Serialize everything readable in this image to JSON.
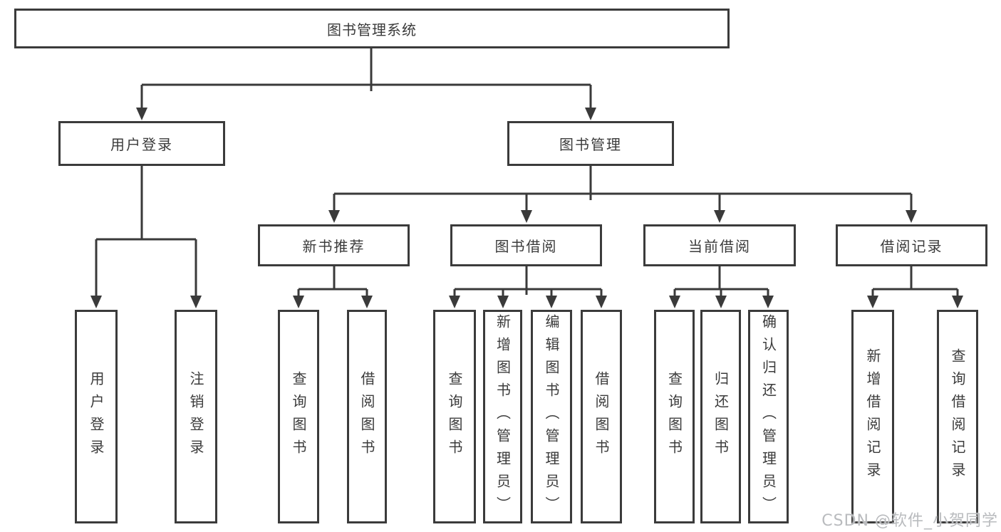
{
  "colors": {
    "box_border": "#3b3b3b",
    "connector_line": "#3a3a3a",
    "text": "#3b3b3b",
    "watermark": "#b9bbbe",
    "background": "#ffffff"
  },
  "tree": {
    "root": {
      "label": "图书管理系统",
      "children": [
        {
          "label": "用户登录",
          "children": [
            {
              "label": "用户登录"
            },
            {
              "label": "注销登录"
            }
          ]
        },
        {
          "label": "图书管理",
          "children": [
            {
              "label": "新书推荐",
              "children": [
                {
                  "label": "查询图书"
                },
                {
                  "label": "借阅图书"
                }
              ]
            },
            {
              "label": "图书借阅",
              "children": [
                {
                  "label": "查询图书"
                },
                {
                  "label": "新增图书（管理员）"
                },
                {
                  "label": "编辑图书（管理员）"
                },
                {
                  "label": "借阅图书"
                }
              ]
            },
            {
              "label": "当前借阅",
              "children": [
                {
                  "label": "查询图书"
                },
                {
                  "label": "归还图书"
                },
                {
                  "label": "确认归还（管理员）"
                }
              ]
            },
            {
              "label": "借阅记录",
              "children": [
                {
                  "label": "新增借阅记录"
                },
                {
                  "label": "查询借阅记录"
                }
              ]
            }
          ]
        }
      ]
    }
  },
  "watermark": "CSDN @软件_小贺同学"
}
